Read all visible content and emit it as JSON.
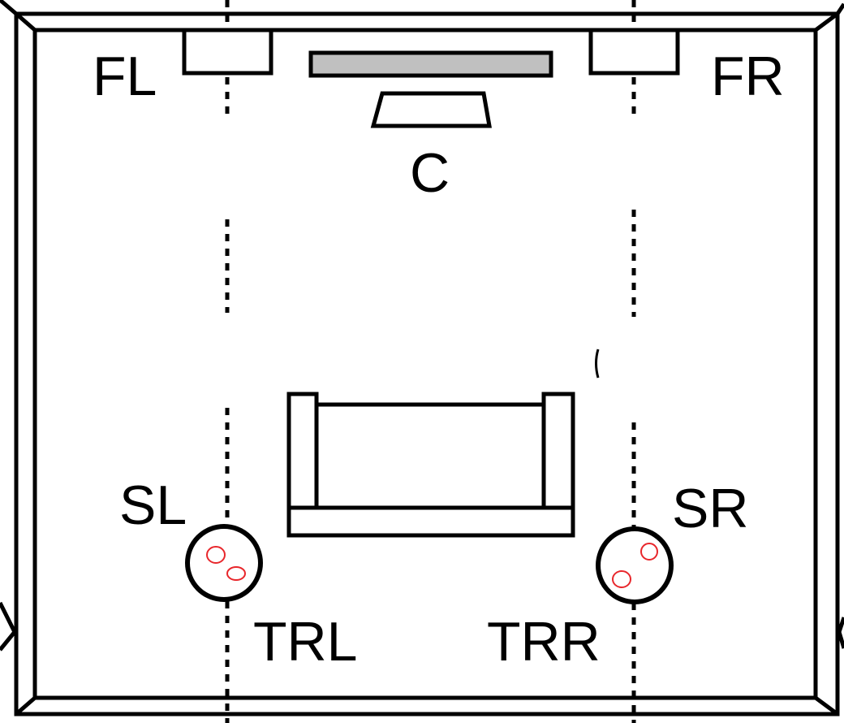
{
  "labels": {
    "front_left": "FL",
    "front_right": "FR",
    "center": "C",
    "surround_left": "SL",
    "surround_right": "SR",
    "top_rear_left": "TRL",
    "top_rear_right": "TRR"
  },
  "colors": {
    "line": "#000000",
    "tv_fill": "#c0c0c0",
    "background": "#ffffff",
    "driver_marker": "#e8262b"
  },
  "icons": {
    "front_speaker": "rectangle-speaker-icon",
    "center_speaker": "trapezoid-speaker-icon",
    "surround_speaker": "round-speaker-icon",
    "seat": "sofa-icon",
    "display": "tv-screen-icon"
  }
}
